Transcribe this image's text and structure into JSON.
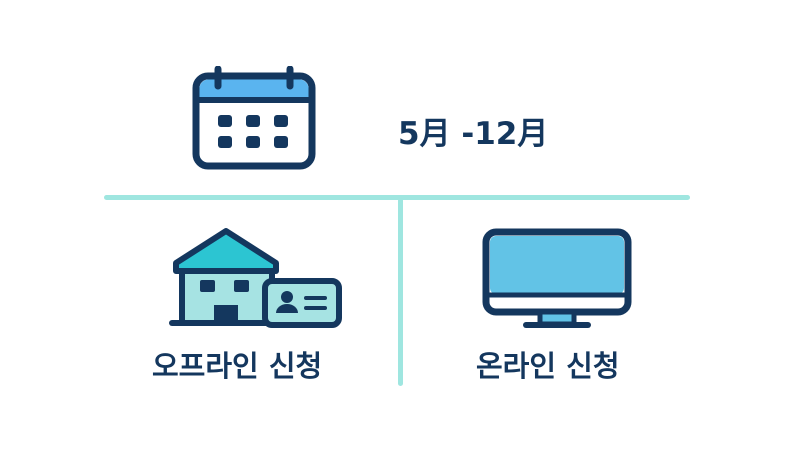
{
  "period": {
    "text": "5月 -12月",
    "icon": "calendar-icon"
  },
  "options": [
    {
      "label": "오프라인 신청",
      "icon": "building-with-id-card-icon"
    },
    {
      "label": "온라인 신청",
      "icon": "monitor-icon"
    }
  ],
  "colors": {
    "navy": "#14375e",
    "divider": "#9fe6e0",
    "calendar_header": "#5ab4ef",
    "teal": "#2cc5d2",
    "light_teal": "#a6e3e3",
    "screen": "#62c3e6"
  }
}
